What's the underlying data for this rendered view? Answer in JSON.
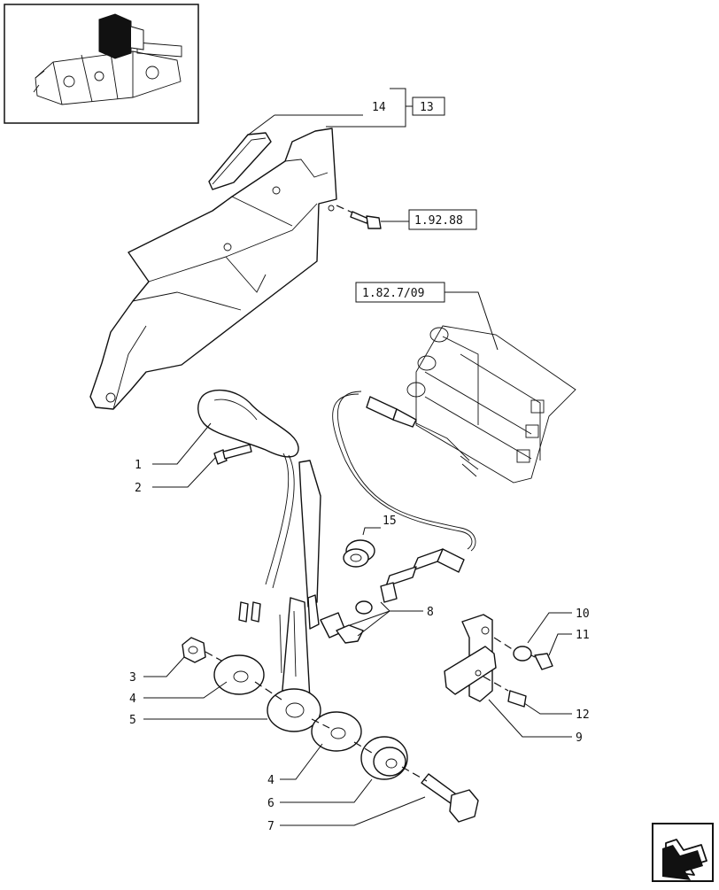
{
  "refs": {
    "r13": "13",
    "r19288": "1.92.88",
    "r1827": "1.82.7/09"
  },
  "callouts": {
    "c1": "1",
    "c2": "2",
    "c3": "3",
    "c4a": "4",
    "c4b": "4",
    "c5": "5",
    "c6": "6",
    "c7": "7",
    "c8": "8",
    "c9": "9",
    "c10": "10",
    "c11": "11",
    "c12": "12",
    "c14": "14",
    "c15": "15"
  },
  "icons": {
    "thumbnail": "tractor-hitch-location-icon",
    "nav": "next-page-arrow-icon"
  }
}
